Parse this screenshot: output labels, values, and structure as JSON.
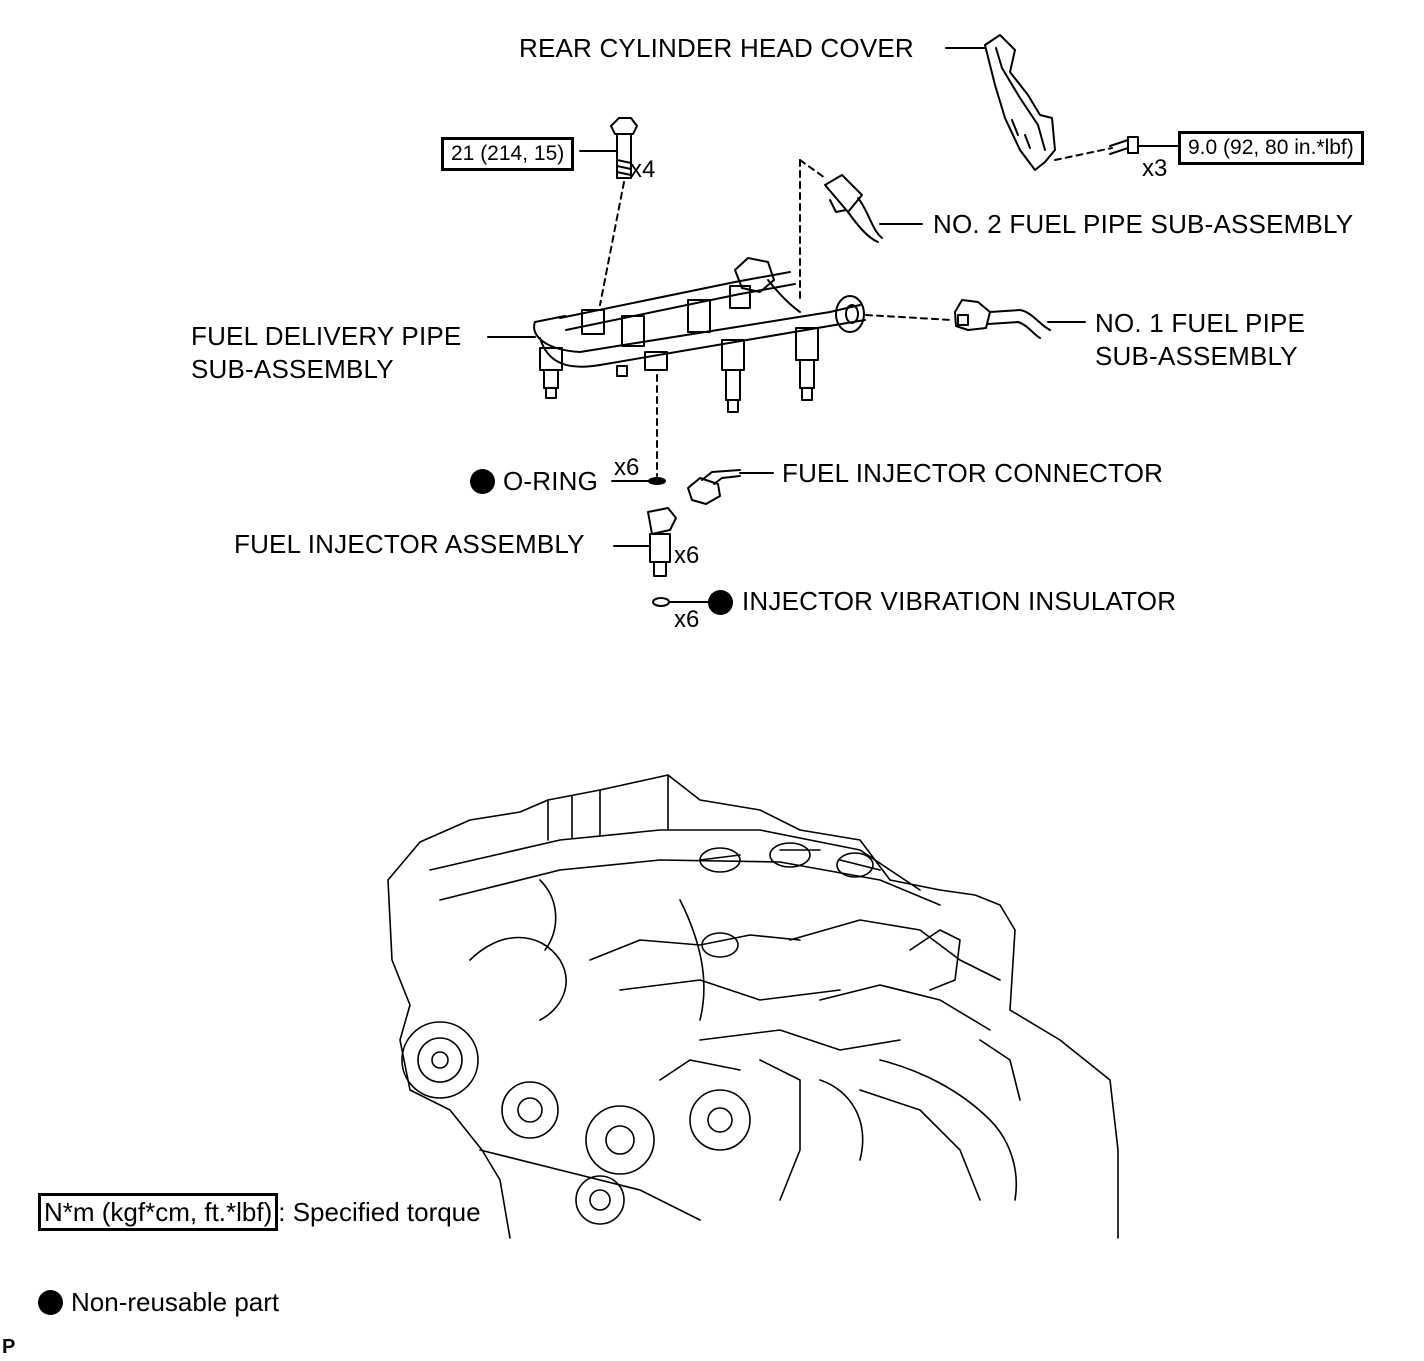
{
  "labels": {
    "rear_cover": "REAR CYLINDER HEAD COVER",
    "no2_pipe": "NO. 2 FUEL PIPE SUB-ASSEMBLY",
    "delivery_pipe_l1": "FUEL DELIVERY PIPE",
    "delivery_pipe_l2": "SUB-ASSEMBLY",
    "no1_pipe_l1": "NO. 1 FUEL PIPE",
    "no1_pipe_l2": "SUB-ASSEMBLY",
    "o_ring": "O-RING",
    "injector_connector": "FUEL INJECTOR CONNECTOR",
    "injector_assembly": "FUEL INJECTOR ASSEMBLY",
    "vibration_insulator": "INJECTOR VIBRATION INSULATOR"
  },
  "torques": {
    "delivery_bolt": "21 (214, 15)",
    "cover_bolt": "9.0 (92, 80 in.*lbf)"
  },
  "quantities": {
    "delivery_bolt": "x4",
    "cover_bolt": "x3",
    "o_ring": "x6",
    "injector": "x6",
    "insulator": "x6"
  },
  "legend": {
    "torque_unit": "N*m (kgf*cm, ft.*lbf)",
    "torque_text": ": Specified torque",
    "nonreusable_text": "Non-reusable part"
  },
  "figure_ref": "P"
}
